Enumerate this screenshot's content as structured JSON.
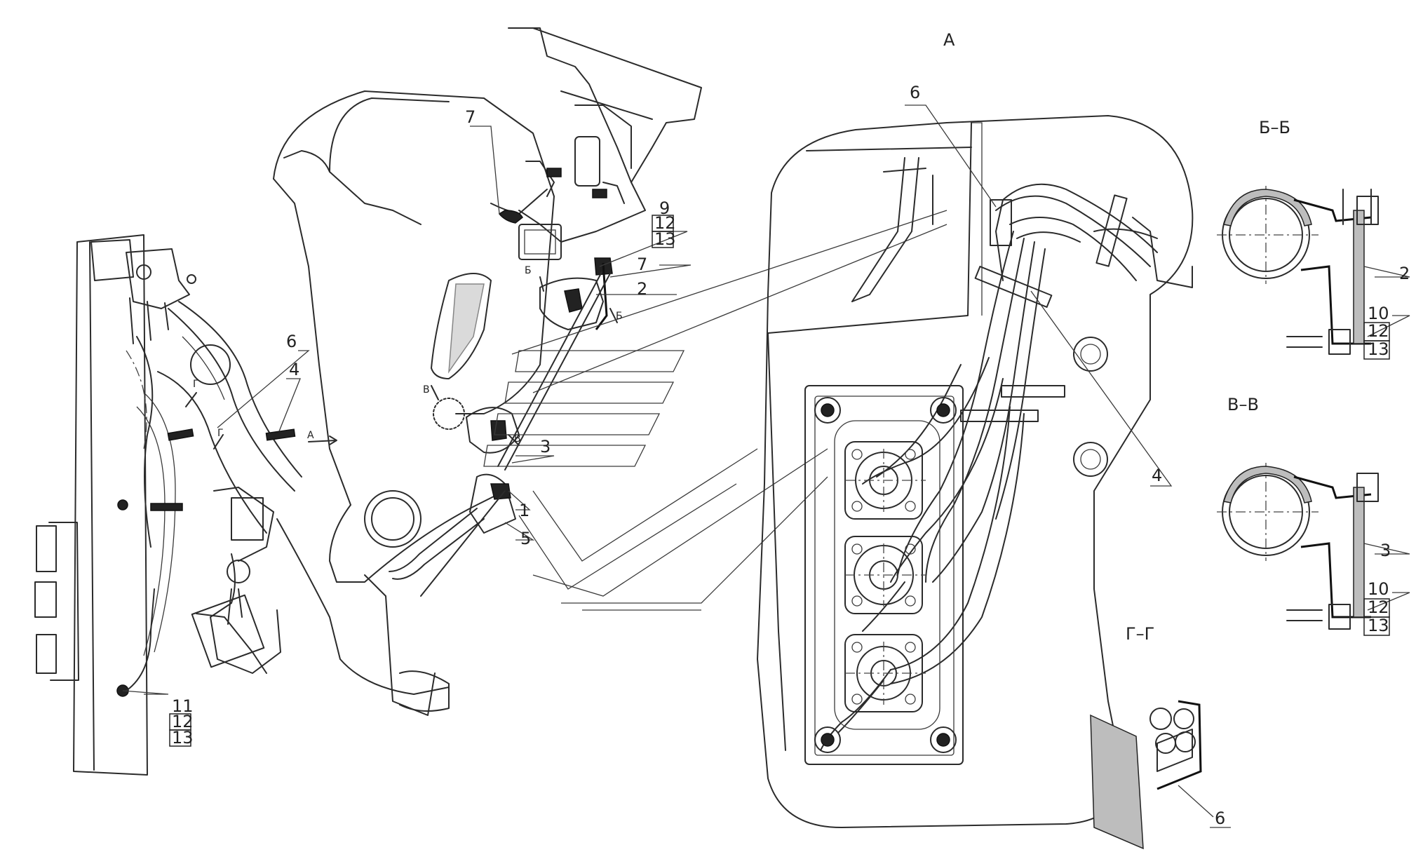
{
  "views": {
    "view_a": "А",
    "section_b": "Б–Б",
    "section_v": "В–В",
    "section_g": "Г–Г"
  },
  "left_view": {
    "labels": {
      "p7": "7",
      "p9": "9",
      "p12a": "12",
      "p13a": "13",
      "p7b": "7",
      "p2": "2",
      "b_left": "Б",
      "b_right": "Б",
      "v_left": "В",
      "v_right": "В",
      "p3": "3",
      "p1": "1",
      "p5": "5",
      "p6": "6",
      "p4": "4",
      "a_arrow": "А",
      "g_left": "Г",
      "g_right": "Г",
      "p11": "11",
      "p12b": "12",
      "p13b": "13"
    }
  },
  "view_a_labels": {
    "p6": "6",
    "p4": "4"
  },
  "section_b_labels": {
    "p2": "2",
    "p10": "10",
    "p12": "12",
    "p13": "13"
  },
  "section_v_labels": {
    "p3": "3",
    "p10": "10",
    "p12": "12",
    "p13": "13"
  },
  "section_g_labels": {
    "p6": "6"
  }
}
